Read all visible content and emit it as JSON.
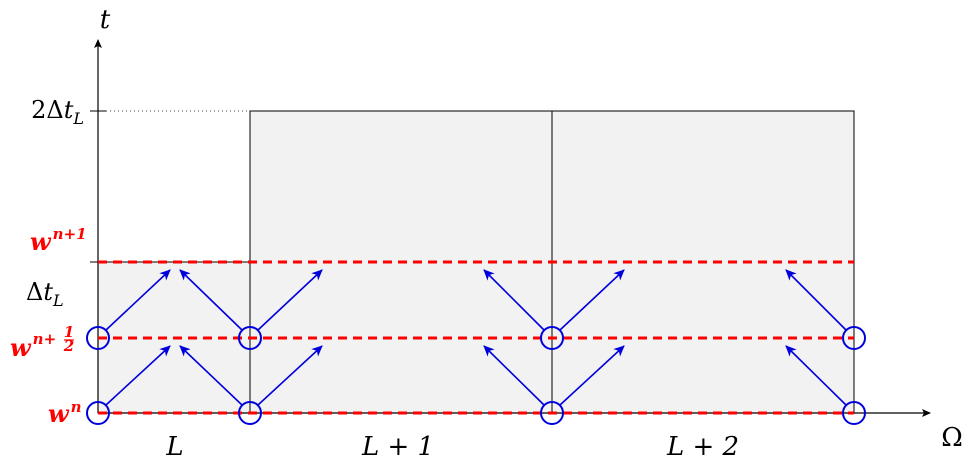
{
  "axes": {
    "x_label": "Ω",
    "y_label": "t"
  },
  "y_ticks": {
    "upper": {
      "coef": "2Δ",
      "var": "t",
      "sub": "L"
    },
    "lower": {
      "coef": "Δ",
      "var": "t",
      "sub": "L"
    }
  },
  "cells": [
    {
      "label": "L"
    },
    {
      "label": "L + 1"
    },
    {
      "label": "L + 2"
    }
  ],
  "states": {
    "w_n": {
      "base": "w",
      "sup": "n"
    },
    "w_half": {
      "base": "w",
      "sup_prefix": "n+",
      "frac_num": "1",
      "frac_den": "2"
    },
    "w_n1": {
      "base": "w",
      "sup": "n+1"
    }
  },
  "colors": {
    "cell_fill": "#f2f2f2",
    "time_level_line": "#ff0000",
    "update_arrow": "#0000dd",
    "node_circle": "#0000dd",
    "axis": "#000000"
  }
}
